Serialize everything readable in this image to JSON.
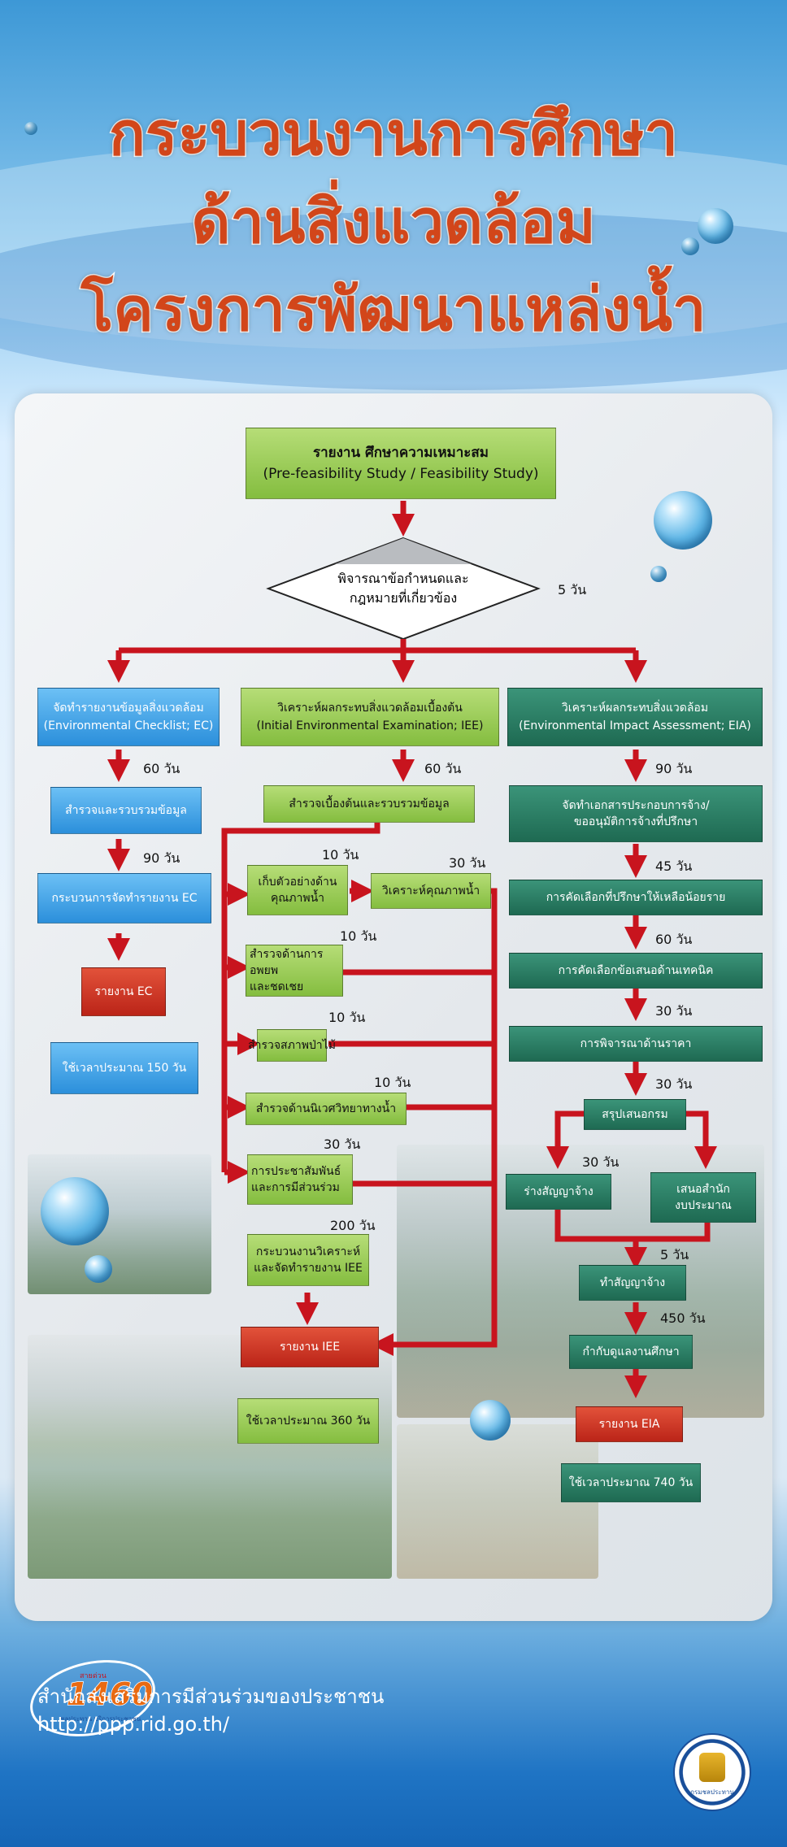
{
  "title": {
    "line1": "กระบวนงานการศึกษา",
    "line2": "ด้านสิ่งแวดล้อม",
    "line3": "โครงการพัฒนาแหล่งน้ำ"
  },
  "top": {
    "report_line1": "รายงาน ศึกษาความเหมาะสม",
    "report_line2": "(Pre-feasibility Study / Feasibility Study)",
    "decision_line1": "พิจารณาข้อกำหนดและ",
    "decision_line2": "กฎหมายที่เกี่ยวข้อง",
    "decision_duration": "5 วัน"
  },
  "ec": {
    "header_line1": "จัดทำรายงานข้อมูลสิ่งแวดล้อม",
    "header_line2": "(Environmental Checklist; EC)",
    "d1": "60 วัน",
    "step1": "สำรวจและรวบรวมข้อมูล",
    "d2": "90 วัน",
    "step2": "กระบวนการจัดทำรายงาน EC",
    "report": "รายงาน EC",
    "total": "ใช้เวลาประมาณ 150 วัน"
  },
  "iee": {
    "header_line1": "วิเคราะห์ผลกระทบสิ่งแวดล้อมเบื้องต้น",
    "header_line2": "(Initial Environmental Examination; IEE)",
    "d1": "60 วัน",
    "step1": "สำรวจเบื้องต้นและรวบรวมข้อมูล",
    "sample_d": "10 วัน",
    "sample_line1": "เก็บตัวอย่างด้าน",
    "sample_line2": "คุณภาพน้ำ",
    "analyze_d": "30 วัน",
    "analyze": "วิเคราะห์คุณภาพน้ำ",
    "fish_d": "10 วัน",
    "fish_line1": "สำรวจด้านการอพยพ",
    "fish_line2": "และชดเชย",
    "forest_d": "10 วัน",
    "forest": "สำรวจสภาพป่าไม้",
    "eco_d": "10 วัน",
    "eco": "สำรวจด้านนิเวศวิทยาทางน้ำ",
    "pr_d": "30 วัน",
    "pr_line1": "การประชาสัมพันธ์",
    "pr_line2": "และการมีส่วนร่วม",
    "proc_d": "200 วัน",
    "proc_line1": "กระบวนงานวิเคราะห์",
    "proc_line2": "และจัดทำรายงาน IEE",
    "report": "รายงาน IEE",
    "total": "ใช้เวลาประมาณ 360 วัน"
  },
  "eia": {
    "header_line1": "วิเคราะห์ผลกระทบสิ่งแวดล้อม",
    "header_line2": "(Environmental Impact Assessment; EIA)",
    "d1": "90 วัน",
    "step1_line1": "จัดทำเอกสารประกอบการจ้าง/",
    "step1_line2": "ขออนุมัติการจ้างที่ปรึกษา",
    "d2": "45 วัน",
    "step2": "การคัดเลือกที่ปรึกษาให้เหลือน้อยราย",
    "d3": "60 วัน",
    "step3": "การคัดเลือกข้อเสนอด้านเทคนิค",
    "d4": "30 วัน",
    "step4": "การพิจารณาด้านราคา",
    "d5": "30 วัน",
    "step5": "สรุปเสนอกรม",
    "d6": "30 วัน",
    "draft": "ร่างสัญญาจ้าง",
    "budget_line1": "เสนอสำนัก",
    "budget_line2": "งบประมาณ",
    "d7": "5 วัน",
    "sign": "ทำสัญญาจ้าง",
    "d8": "450 วัน",
    "supervise": "กำกับดูแลงานศึกษา",
    "report": "รายงาน EIA",
    "total": "ใช้เวลาประมาณ 740 วัน"
  },
  "footer": {
    "hotline": "1460",
    "hotline_caption1": "สายด่วน",
    "hotline_caption2": "ชลประทาน บริการประชาชน",
    "office": "สำนักส่งเสริมการมีส่วนร่วมของประชาชน",
    "url": "http://ppp.rid.go.th/",
    "seal_caption": "กรมชลประทาน"
  },
  "colors": {
    "title": "#d2461a",
    "arrow": "#c8141e",
    "green_box": "#84bd3f",
    "blue_box": "#2b8fdb",
    "teal_box": "#1e6a52",
    "red_box": "#bb2418"
  }
}
